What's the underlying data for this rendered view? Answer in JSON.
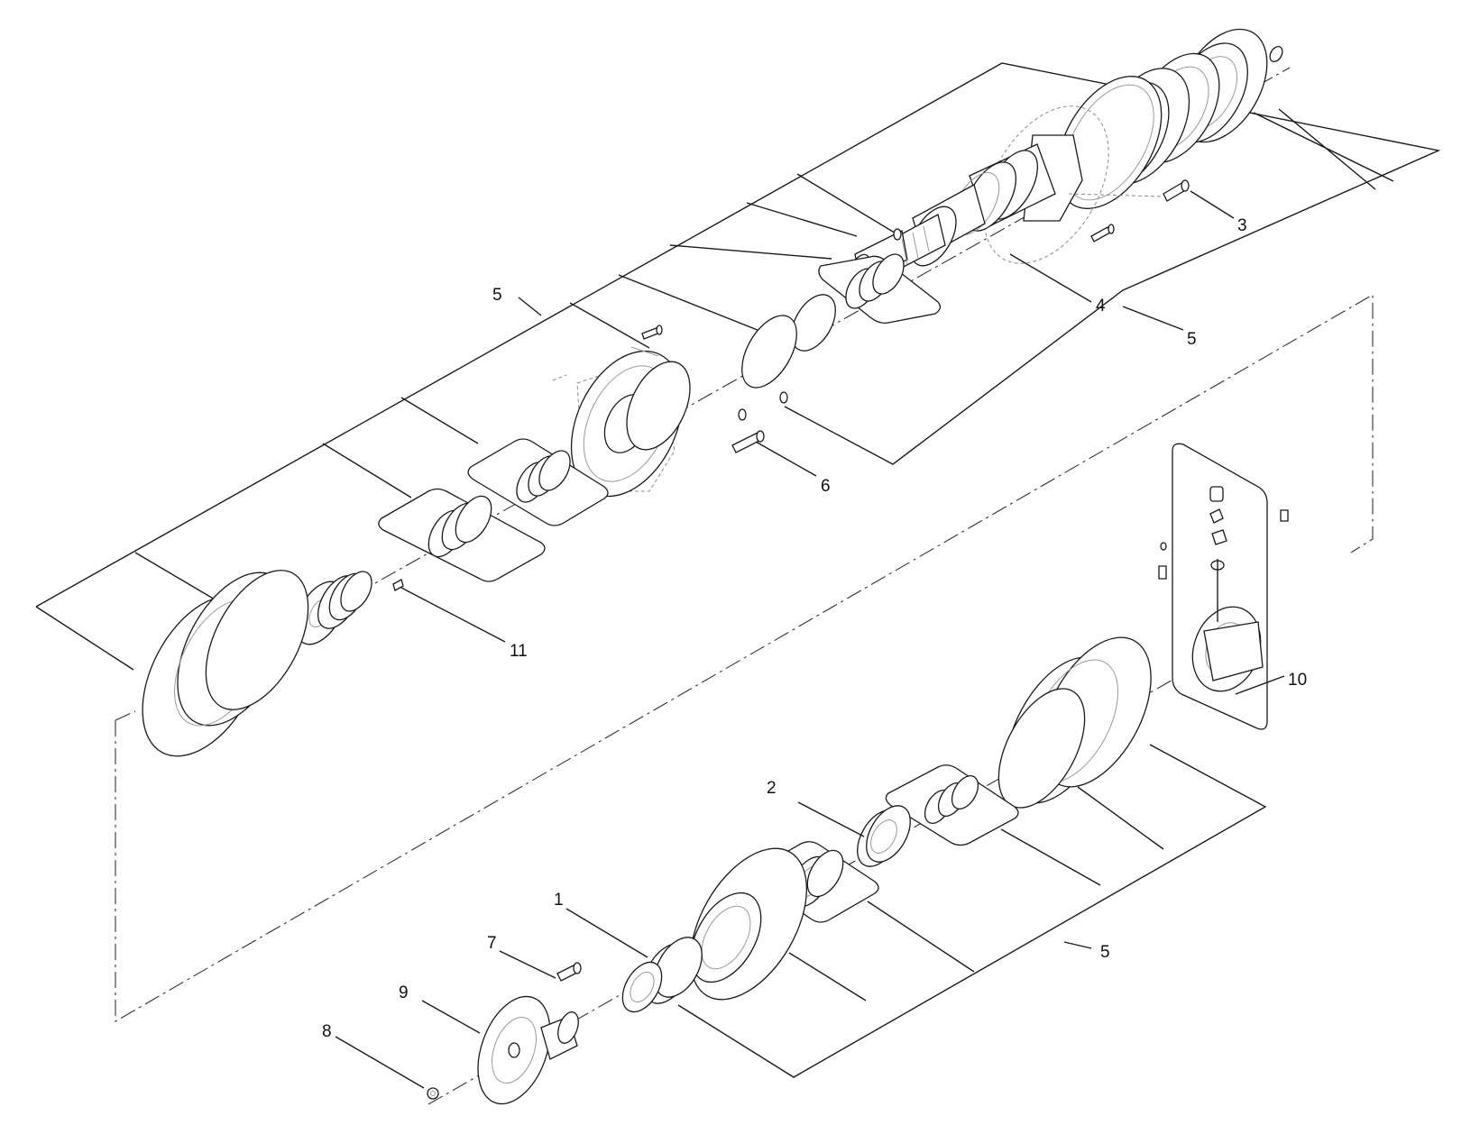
{
  "callouts": [
    {
      "id": "c1",
      "label": "1"
    },
    {
      "id": "c2",
      "label": "2"
    },
    {
      "id": "c3",
      "label": "3"
    },
    {
      "id": "c4",
      "label": "4"
    },
    {
      "id": "c5a",
      "label": "5"
    },
    {
      "id": "c5b",
      "label": "5"
    },
    {
      "id": "c5c",
      "label": "5"
    },
    {
      "id": "c6",
      "label": "6"
    },
    {
      "id": "c7",
      "label": "7"
    },
    {
      "id": "c8",
      "label": "8"
    },
    {
      "id": "c9",
      "label": "9"
    },
    {
      "id": "c10",
      "label": "10"
    },
    {
      "id": "c11",
      "label": "11"
    }
  ]
}
